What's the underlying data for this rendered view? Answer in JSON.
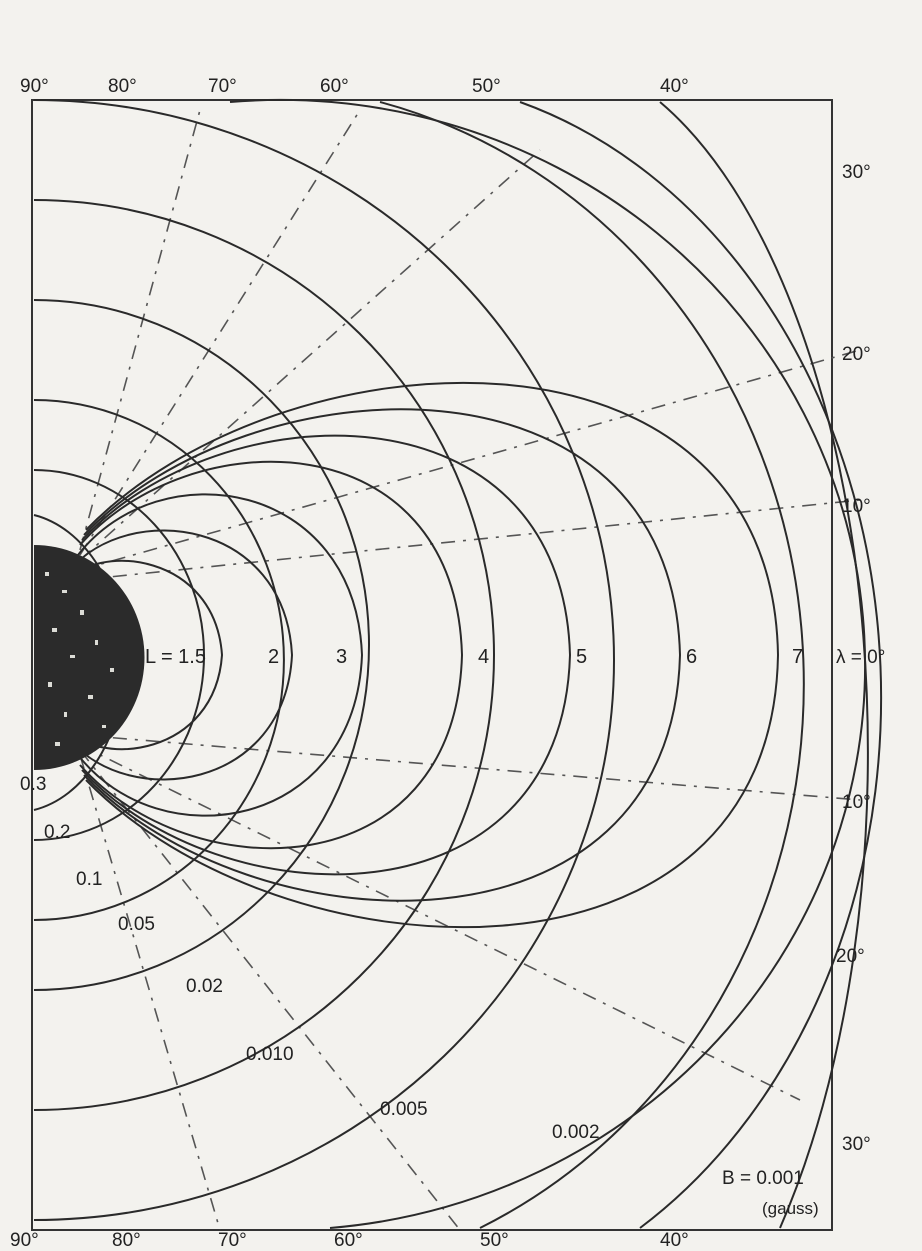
{
  "top_latitude_labels": [
    "90°",
    "80°",
    "70°",
    "60°",
    "50°",
    "40°"
  ],
  "bottom_latitude_labels": [
    "90°",
    "80°",
    "70°",
    "60°",
    "50°",
    "40°"
  ],
  "right_latitude_labels": [
    "30°",
    "20°",
    "10°",
    "λ = 0°",
    "10°",
    "20°",
    "30°"
  ],
  "L_shell_labels": [
    "L = 1.5",
    "2",
    "3",
    "4",
    "5",
    "6",
    "7"
  ],
  "field_strength_labels": [
    "0.3",
    "0.2",
    "0.1",
    "0.05",
    "0.02",
    "0.010",
    "0.005",
    "0.002"
  ],
  "field_unit_label_line1": "B = 0.001",
  "field_unit_label_line2": "(gauss)",
  "colors": {
    "ink": "#2a2a2a",
    "paper": "#f3f2ee",
    "earth": "#2b2b2b"
  }
}
